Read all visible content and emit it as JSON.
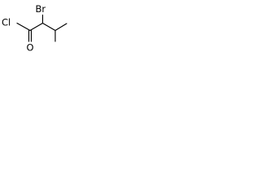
{
  "molecule": {
    "atoms": {
      "bromine": "Br",
      "chlorine": "Cl",
      "oxygen": "O"
    },
    "colors": {
      "bond": "#000000",
      "label": "#000000",
      "background": "#ffffff"
    }
  }
}
